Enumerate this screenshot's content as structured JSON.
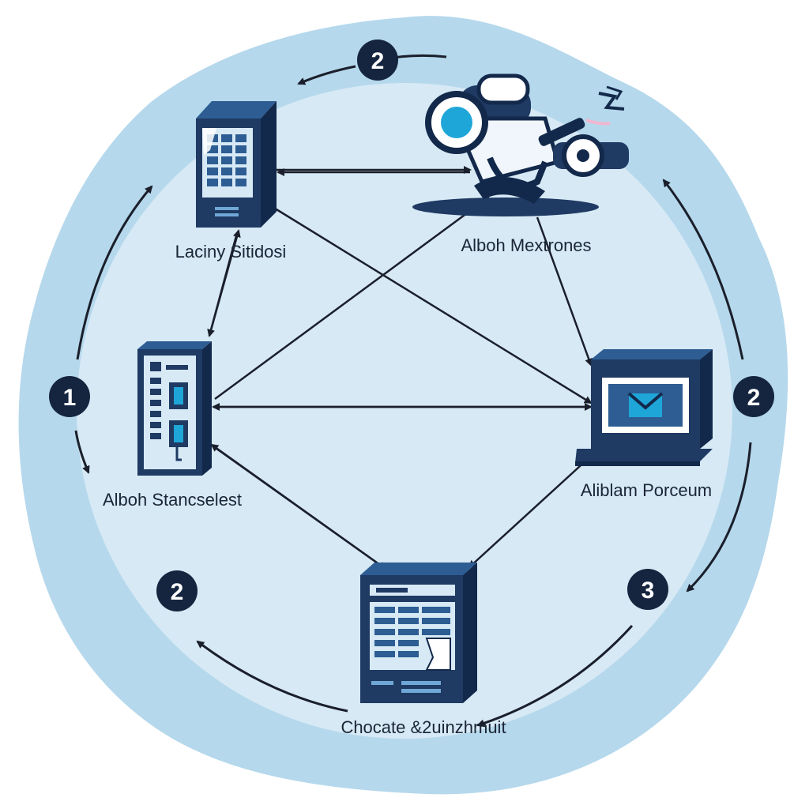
{
  "colors": {
    "background": "#ffffff",
    "outer_blob": "#b5d8ec",
    "inner_circle": "#d6e9f5",
    "navy": "#1f3a63",
    "navy_dark": "#13294b",
    "screen_blue": "#2d5d93",
    "accent_cyan": "#1fa6d9",
    "badge": "#15253f",
    "connector": "#1a1f2b"
  },
  "nodes": [
    {
      "id": "top-left",
      "icon": "server-tower-icon",
      "label": "Laciny Sitidosi"
    },
    {
      "id": "top-right",
      "icon": "robot-camera-icon",
      "label": "Alboh Mextrones"
    },
    {
      "id": "left",
      "icon": "server-panel-icon",
      "label": "Alboh Stancselest"
    },
    {
      "id": "right",
      "icon": "laptop-mail-icon",
      "label": "Aliblam Porceum"
    },
    {
      "id": "bottom",
      "icon": "document-server-icon",
      "label": "Chocate &2uinzhmuit"
    }
  ],
  "badges": [
    {
      "id": "top",
      "text": "2"
    },
    {
      "id": "left",
      "text": "1"
    },
    {
      "id": "right",
      "text": "2"
    },
    {
      "id": "bottom-left",
      "text": "2"
    },
    {
      "id": "bottom-right",
      "text": "3"
    }
  ]
}
